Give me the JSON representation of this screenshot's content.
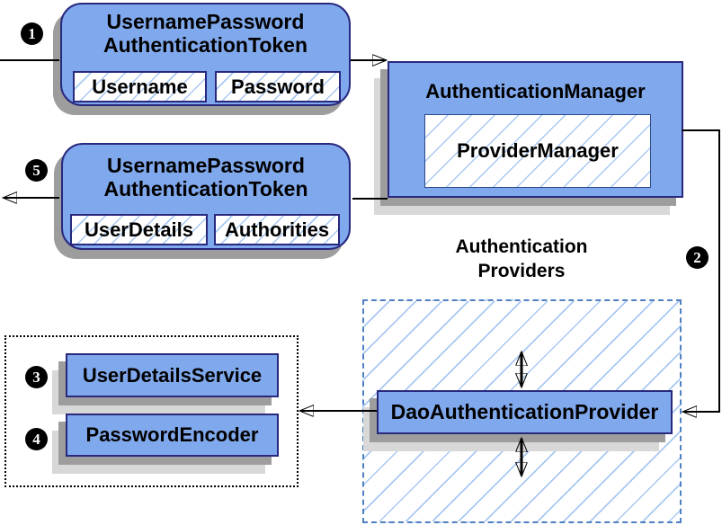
{
  "steps": {
    "one": "1",
    "two": "2",
    "three": "3",
    "four": "4",
    "five": "5"
  },
  "request_token": {
    "title_line1": "UsernamePassword",
    "title_line2": "AuthenticationToken",
    "field_username": "Username",
    "field_password": "Password"
  },
  "auth_manager": {
    "title": "AuthenticationManager",
    "provider_manager": "ProviderManager"
  },
  "result_token": {
    "title_line1": "UsernamePassword",
    "title_line2": "AuthenticationToken",
    "field_userdetails": "UserDetails",
    "field_authorities": "Authorities"
  },
  "providers_group": {
    "title_line1": "Authentication",
    "title_line2": "Providers"
  },
  "dao_provider": {
    "title": "DaoAuthenticationProvider"
  },
  "beans_group": {
    "user_details_service": "UserDetailsService",
    "password_encoder": "PasswordEncoder"
  },
  "colors": {
    "node_fill": "#80a8ec",
    "node_border": "#28287e",
    "hatch_line": "#a9c8f2",
    "dashed_border": "#4f80c1",
    "shadow_dark": "#9d9d9d",
    "shadow_light": "#d8d8d8",
    "connector": "#000000"
  }
}
